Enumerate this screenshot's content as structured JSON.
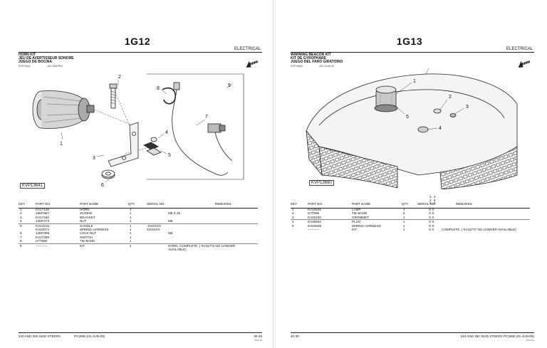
{
  "left": {
    "code": "1G12",
    "section": "ELECTRICAL",
    "titles": [
      "HORN KIT",
      "JEU DE AVERTISSEUR SONORE",
      "JUEGO DE BOCINA"
    ],
    "kit_codes": [
      "KVP13641",
      "-UN-15APR02"
    ],
    "fig_label": "KVP13641",
    "headers": {
      "key": "KEY",
      "part": "PART NO.",
      "name": "PART NAME",
      "qty": "QTY",
      "serial": "SERIAL NO.",
      "remarks": "REMARKS"
    },
    "callouts": [
      "1",
      "2",
      "3",
      "4",
      "5",
      "6",
      "7",
      "8",
      "9"
    ],
    "rows": [
      {
        "key": "1",
        "part": "KV17148",
        "name": "HORN",
        "qty": "1",
        "serial": "",
        "remarks": ""
      },
      {
        "key": "2",
        "part": "19M7867",
        "name": "SCREW",
        "qty": "1",
        "serial": "",
        "remarks": "M8 X 25"
      },
      {
        "key": "3",
        "part": "KV17150",
        "name": "BRACKET",
        "qty": "1",
        "serial": "",
        "remarks": ""
      },
      {
        "key": "4",
        "part": "14M7273",
        "name": "NUT",
        "qty": "1",
        "serial": "",
        "remarks": "M6"
      },
      {
        "key": "5",
        "part": "KV14215",
        "name": "HANDLE",
        "qty": "1",
        "serial": "-XXXXXX",
        "remarks": ""
      },
      {
        "key": "",
        "part": "KV24074",
        "name": "WIRING HARNESS",
        "qty": "1",
        "serial": "XXXXXX-",
        "remarks": ""
      },
      {
        "key": "6",
        "part": "14M7396",
        "name": "LOCK NUT",
        "qty": "1",
        "serial": "",
        "remarks": "M8"
      },
      {
        "key": "7",
        "part": "KV17309",
        "name": "SWITCH",
        "qty": "1",
        "serial": "",
        "remarks": ""
      },
      {
        "key": "8",
        "part": "H77598",
        "name": "TIE BAND",
        "qty": "1",
        "serial": "",
        "remarks": ""
      },
      {
        "key": "9",
        "part": "-----------",
        "name": "KIT",
        "qty": "1",
        "serial": "",
        "remarks": "HORN, COMPLETE, ( KV11772 NO LONGER"
      },
      {
        "key": "",
        "part": "",
        "name": "",
        "qty": "",
        "serial": "",
        "remarks": "AVAILABLE)"
      }
    ],
    "footer_left": "240 AND 250 SKID STEERS",
    "footer_right": "PC2690  (01-JUN-05)",
    "page_no": "40-29",
    "page_sub": "PN=710"
  },
  "right": {
    "code": "1G13",
    "section": "ELECTRICAL",
    "titles": [
      "WARNING BEACON KIT",
      "KIT DE GYROPHARE",
      "JUEGO DEL FARO GIRATORIO"
    ],
    "kit_codes": [
      "KVP13690",
      "-UN-24JUL02"
    ],
    "fig_label": "KVP13690",
    "headers": {
      "key": "KEY",
      "part": "PART NO.",
      "name": "PART NAME",
      "qty": "QTY",
      "serial": "SERIAL NO.",
      "remarks": "REMARKS",
      "col_a": "2 2 2",
      "col_b": "4 5 5"
    },
    "callouts": [
      "1",
      "2",
      "3",
      "4",
      "5"
    ],
    "rows": [
      {
        "key": "1",
        "part": "KV10945",
        "name": "LAMP",
        "qty": "1",
        "x": "X  X",
        "remarks": ""
      },
      {
        "key": "2",
        "part": "H77598",
        "name": "TIE BAND",
        "qty": "6",
        "x": "X  X",
        "remarks": ""
      },
      {
        "key": "3",
        "part": "KV20100",
        "name": "GROMMET",
        "qty": "1",
        "x": "X  X",
        "remarks": ""
      },
      {
        "key": "4",
        "part": "KV26502",
        "name": "PLUG",
        "qty": "1",
        "x": "X  X",
        "remarks": ""
      },
      {
        "key": "5",
        "part": "KV10946",
        "name": "WIRING HARNESS",
        "qty": "1",
        "x": "X  X",
        "remarks": ""
      },
      {
        "key": "-",
        "part": "-----------",
        "name": "KIT",
        "qty": "1",
        "x": "X  X",
        "remarks": "COMPLETE, ( KV11777 NO LONGER AVAILABLE)"
      }
    ],
    "footer_left": "40-30",
    "footer_right": "240 AND 250 SKID STEERS  PC2690  (01-JUN-05)",
    "page_sub": "PN=711"
  }
}
